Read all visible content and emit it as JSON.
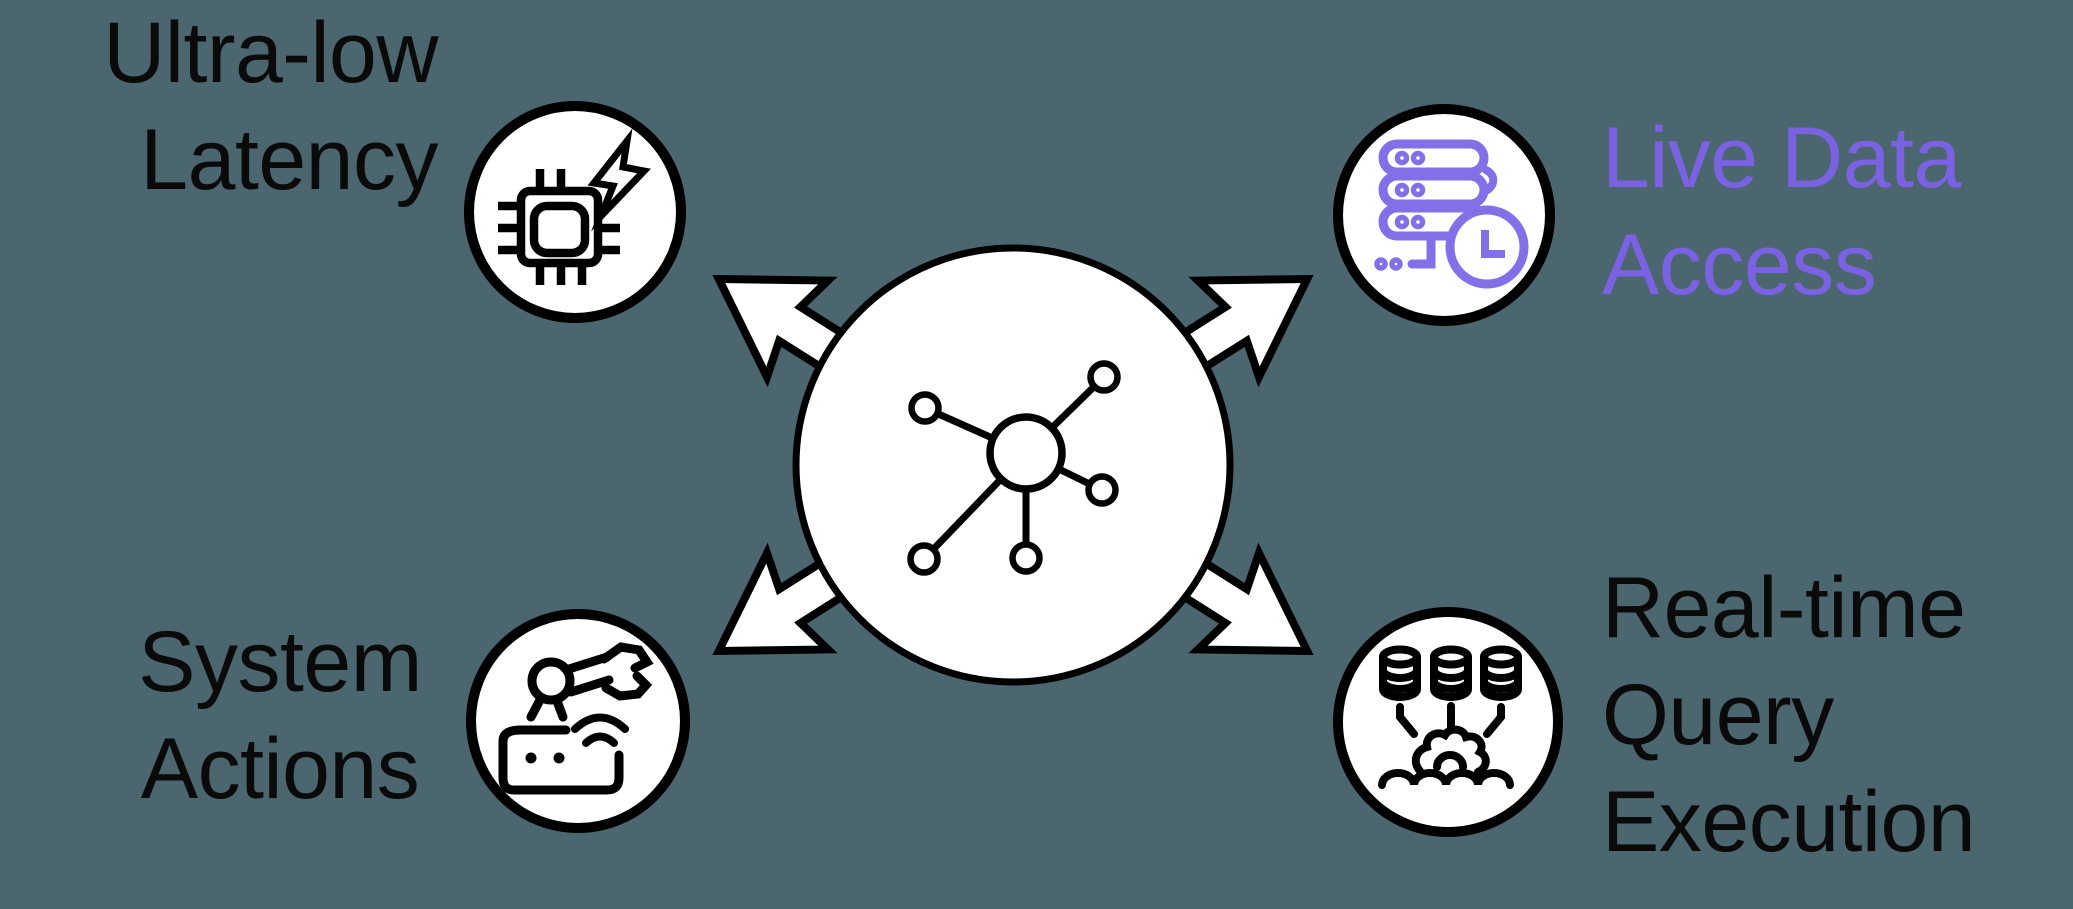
{
  "diagram": {
    "background_color": "#4B666E",
    "colors": {
      "stroke_black": "#000000",
      "circle_fill": "#FFFFFF",
      "accent_purple_text": "#7A62E2",
      "accent_purple_icon": "#8370E8"
    },
    "center": {
      "name": "hub",
      "icon": "network-hub-icon",
      "arrow_directions": [
        "top-left",
        "top-right",
        "bottom-left",
        "bottom-right"
      ]
    },
    "items": [
      {
        "id": "ultra-low-latency",
        "label": "Ultra-low\nLatency",
        "icon": "cpu-lightning-icon",
        "position": "top-left",
        "text_color": "#0A0A0A"
      },
      {
        "id": "live-data-access",
        "label": "Live Data\nAccess",
        "icon": "server-clock-icon",
        "position": "top-right",
        "text_color": "#7A62E2"
      },
      {
        "id": "system-actions",
        "label": "System\nActions",
        "icon": "robot-arm-icon",
        "position": "bottom-left",
        "text_color": "#0A0A0A"
      },
      {
        "id": "real-time-query-execution",
        "label": "Real-time\nQuery\nExecution",
        "icon": "database-processing-icon",
        "position": "bottom-right",
        "text_color": "#0A0A0A"
      }
    ]
  }
}
